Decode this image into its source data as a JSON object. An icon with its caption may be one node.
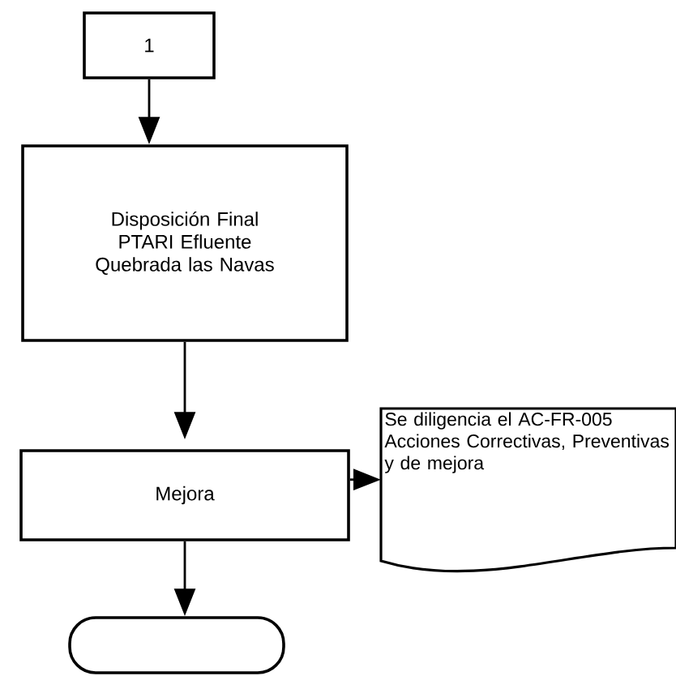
{
  "diagram": {
    "nodes": [
      {
        "text": [
          "1"
        ]
      },
      {
        "text": [
          "Disposición Final PTARI Efluente Quebrada las Navas"
        ]
      },
      {
        "text": [
          "Mejora"
        ]
      },
      {
        "text": [
          "Se diligencia el AC-FR-005 Acciones Correctivas, Preventivas y de mejora"
        ]
      },
      {
        "text": [],
        "shape": "oval"
      }
    ],
    "edges": [
      {
        "from": 0,
        "to": 1,
        "arrow": "to"
      },
      {
        "from": 1,
        "to": 2,
        "arrow": "to"
      },
      {
        "from": 2,
        "to": 3,
        "arrow": "to"
      },
      {
        "from": 2,
        "to": 4,
        "arrow": "to"
      }
    ]
  }
}
